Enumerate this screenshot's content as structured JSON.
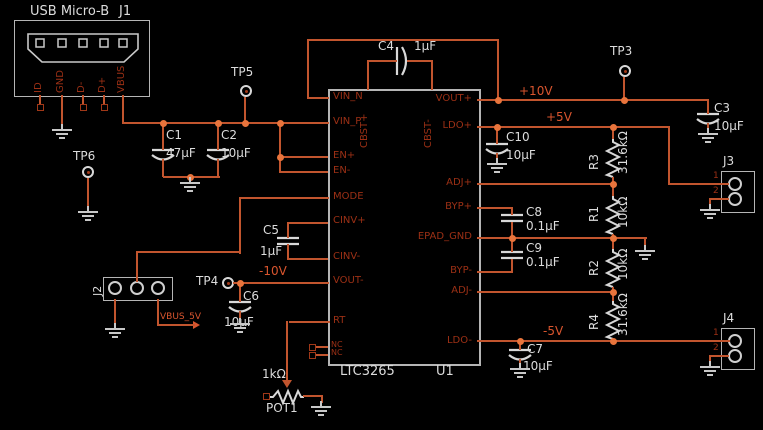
{
  "colors": {
    "wire": "#c2552e",
    "junction": "#e8743c",
    "component_outline": "#c8c8c8",
    "pin_text": "#9c3015",
    "label_text": "#dcdcdc",
    "net_text": "#d9552e",
    "background": "#000000"
  },
  "usb": {
    "title": "USB Micro-B",
    "ref": "J1",
    "pins": [
      "ID",
      "GND",
      "D-",
      "D+",
      "VBUS"
    ]
  },
  "u1": {
    "ref": "U1",
    "part": "LTC3265",
    "left_pins": [
      "VIN_N",
      "VIN_P",
      "EN+",
      "EN-",
      "MODE",
      "CINV+",
      "CINV-",
      "VOUT-",
      "RT",
      "NC",
      "NC"
    ],
    "top_pins": [
      "CBST+",
      "CBST-"
    ],
    "right_pins": [
      "VOUT+",
      "LDO+",
      "ADJ+",
      "BYP+",
      "EPAD_GND",
      "BYP-",
      "ADJ-",
      "LDO-"
    ]
  },
  "caps": {
    "c1": {
      "ref": "C1",
      "val": "47µF"
    },
    "c2": {
      "ref": "C2",
      "val": "10µF"
    },
    "c3": {
      "ref": "C3",
      "val": "10µF"
    },
    "c4": {
      "ref": "C4",
      "val": "1µF"
    },
    "c5": {
      "ref": "C5",
      "val": "1µF"
    },
    "c6": {
      "ref": "C6",
      "val": "10µF"
    },
    "c7": {
      "ref": "C7",
      "val": "10µF"
    },
    "c8": {
      "ref": "C8",
      "val": "0.1µF"
    },
    "c9": {
      "ref": "C9",
      "val": "0.1µF"
    },
    "c10": {
      "ref": "C10",
      "val": "10µF"
    }
  },
  "res": {
    "r1": {
      "ref": "R1",
      "val": "10kΩ"
    },
    "r2": {
      "ref": "R2",
      "val": "10kΩ"
    },
    "r3": {
      "ref": "R3",
      "val": "31.6kΩ"
    },
    "r4": {
      "ref": "R4",
      "val": "31.6kΩ"
    }
  },
  "pot": {
    "ref": "POT1",
    "val": "1kΩ"
  },
  "tp": {
    "tp3": "TP3",
    "tp4": "TP4",
    "tp5": "TP5",
    "tp6": "TP6"
  },
  "conn": {
    "j2": {
      "ref": "J2"
    },
    "j3": {
      "ref": "J3",
      "pin1": "1",
      "pin2": "2"
    },
    "j4": {
      "ref": "J4",
      "pin1": "1",
      "pin2": "2"
    }
  },
  "nets": {
    "p10v": "+10V",
    "p5v": "+5V",
    "n5v": "-5V",
    "n10v": "-10V",
    "vbus5v": "VBUS_5V"
  }
}
